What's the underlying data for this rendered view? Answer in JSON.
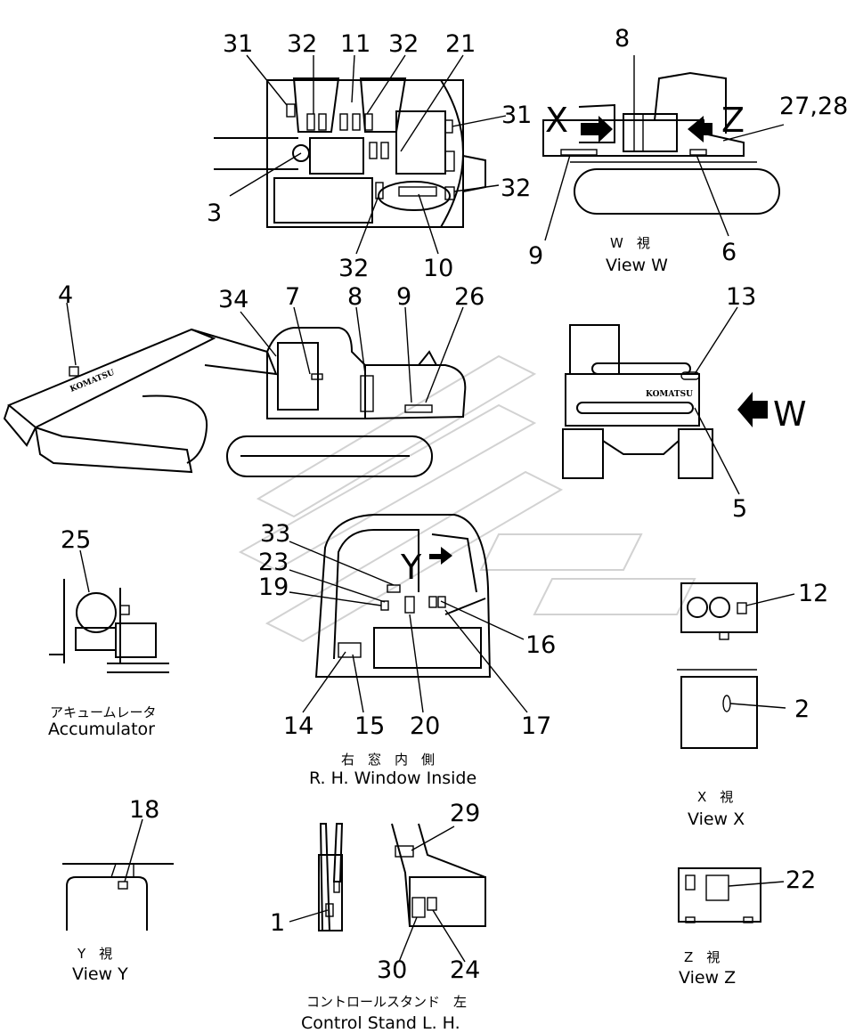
{
  "callouts": {
    "n31a": "31",
    "n32a": "32",
    "n11": "11",
    "n32b": "32",
    "n21": "21",
    "n31b": "31",
    "n32c": "32",
    "n3": "3",
    "n32d": "32",
    "n10": "10",
    "n8a": "8",
    "n2728": "27,28",
    "n9a": "9",
    "n6": "6",
    "n4": "4",
    "n34": "34",
    "n7": "7",
    "n8b": "8",
    "n9b": "9",
    "n26": "26",
    "n13": "13",
    "n5": "5",
    "n25": "25",
    "n33": "33",
    "n23": "23",
    "n19": "19",
    "n16": "16",
    "n14": "14",
    "n15": "15",
    "n20": "20",
    "n17": "17",
    "n12": "12",
    "n2": "2",
    "n18": "18",
    "n29": "29",
    "n1": "1",
    "n30": "30",
    "n24": "24",
    "n22": "22"
  },
  "markers": {
    "x": "X",
    "z": "Z",
    "w": "W",
    "y": "Y"
  },
  "brand": {
    "boom": "KOMATSU",
    "counterweight": "KOMATSU"
  },
  "captions": {
    "view_w_jp": "W　視",
    "view_w": "View  W",
    "accumulator_jp": "アキュームレータ",
    "accumulator": "Accumulator",
    "rh_window_jp": "右　窓　内　側",
    "rh_window": "R. H.  Window   Inside",
    "view_x_jp": "X　視",
    "view_x": "View  X",
    "view_y_jp": "Y　視",
    "view_y": "View  Y",
    "control_stand_jp": "コントロールスタンド　左",
    "control_stand": "Control   Stand   L. H.",
    "view_z_jp": "Z　視",
    "view_z": "View  Z"
  }
}
